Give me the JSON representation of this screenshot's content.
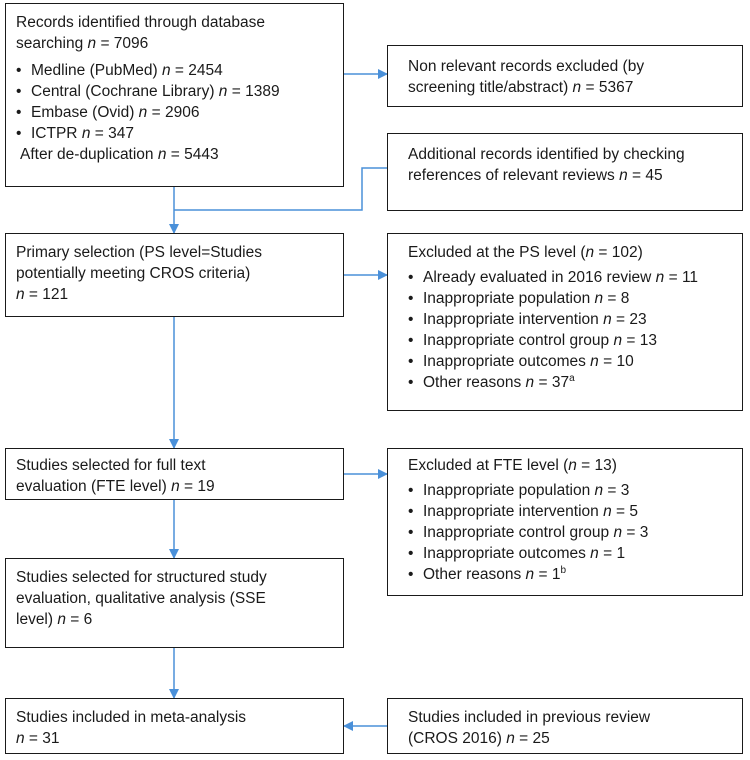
{
  "boxes": {
    "records_identified": {
      "lines": [
        {
          "text": "Records identified through database"
        },
        {
          "text": "searching ",
          "n": "n",
          "value": " = 7096"
        }
      ],
      "bullets": [
        {
          "text": "Medline (PubMed) ",
          "n": "n",
          "value": " = 2454"
        },
        {
          "text": "Central (Cochrane Library) ",
          "n": "n",
          "value": " = 1389"
        },
        {
          "text": "Embase (Ovid) ",
          "n": "n",
          "value": " = 2906"
        },
        {
          "text": "ICTPR ",
          "n": "n",
          "value": " = 347"
        }
      ],
      "after": {
        "text": "After de-duplication ",
        "n": "n",
        "value": " = 5443"
      }
    },
    "non_relevant": {
      "lines": [
        {
          "text": "Non relevant records excluded (by"
        },
        {
          "text": "screening title/abstract) ",
          "n": "n",
          "value": " = 5367"
        }
      ]
    },
    "additional": {
      "lines": [
        {
          "text": "Additional records identified by checking"
        },
        {
          "text": "references of relevant reviews ",
          "n": "n",
          "value": " = 45"
        }
      ]
    },
    "primary_selection": {
      "lines": [
        {
          "text": "Primary selection (PS level=Studies"
        },
        {
          "text": "potentially meeting CROS criteria)"
        },
        {
          "text": "",
          "n": "n",
          "value": " = 121"
        }
      ]
    },
    "excluded_ps": {
      "heading": {
        "text": "Excluded at the PS level (",
        "n": "n",
        "value": " = 102)"
      },
      "bullets": [
        {
          "text": "Already evaluated in 2016 review ",
          "n": "n",
          "value": " = 11"
        },
        {
          "text": "Inappropriate population ",
          "n": "n",
          "value": " = 8"
        },
        {
          "text": "Inappropriate intervention ",
          "n": "n",
          "value": " = 23"
        },
        {
          "text": "Inappropriate control group ",
          "n": "n",
          "value": " = 13"
        },
        {
          "text": "Inappropriate outcomes ",
          "n": "n",
          "value": " = 10"
        },
        {
          "text": "Other reasons ",
          "n": "n",
          "value": " = 37",
          "sup": "a"
        }
      ]
    },
    "fte_selected": {
      "lines": [
        {
          "text": "Studies selected for full text"
        },
        {
          "text": "evaluation (FTE level) ",
          "n": "n",
          "value": " = 19"
        }
      ]
    },
    "excluded_fte": {
      "heading": {
        "text": "Excluded at FTE level (",
        "n": "n",
        "value": " = 13)"
      },
      "bullets": [
        {
          "text": "Inappropriate population ",
          "n": "n",
          "value": " = 3"
        },
        {
          "text": "Inappropriate intervention ",
          "n": "n",
          "value": " = 5"
        },
        {
          "text": "Inappropriate control group ",
          "n": "n",
          "value": " = 3"
        },
        {
          "text": "Inappropriate outcomes ",
          "n": "n",
          "value": " = 1"
        },
        {
          "text": "Other reasons ",
          "n": "n",
          "value": " = 1",
          "sup": "b"
        }
      ]
    },
    "sse_selected": {
      "lines": [
        {
          "text": "Studies selected for structured study"
        },
        {
          "text": "evaluation, qualitative analysis (SSE"
        },
        {
          "text": "level) ",
          "n": "n",
          "value": " = 6"
        }
      ]
    },
    "meta_analysis": {
      "lines": [
        {
          "text": "Studies included in meta-analysis"
        },
        {
          "text": "",
          "n": "n",
          "value": " = 31"
        }
      ]
    },
    "previous_review": {
      "lines": [
        {
          "text": "Studies included in previous review"
        },
        {
          "text": "(CROS 2016) ",
          "n": "n",
          "value": " = 25"
        }
      ]
    }
  },
  "bullet_char": "•",
  "colors": {
    "arrow": "#4a90d9",
    "border": "#1a1a1a",
    "text": "#1a1a1a"
  }
}
